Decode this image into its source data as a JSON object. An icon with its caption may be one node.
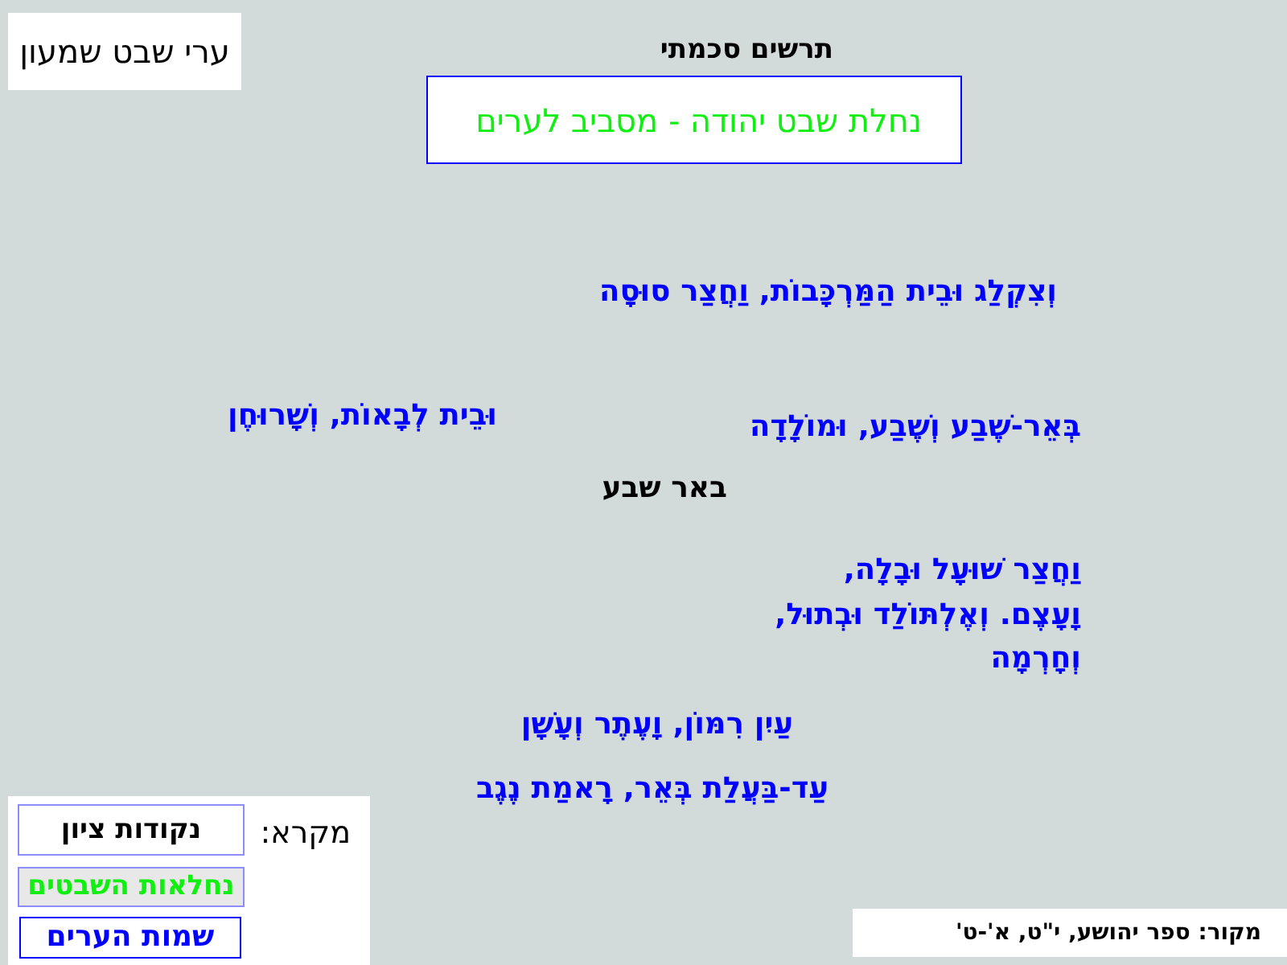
{
  "diagram": {
    "nodes": [
      {
        "text": [
          "ערי שבט שמעון"
        ]
      },
      {
        "text": [
          "נחלת שבט יהודה - מסביב לערים"
        ],
        "beside": [
          "תרשים סכמתי"
        ]
      },
      {
        "text": [
          "מקור: ספר יהושע, י\"ט, א'-ט'"
        ]
      }
    ],
    "labels": [
      "וְצִקְלַג וּבֵית הַמַּרְכָּבוֹת, וַחֲצַר סוּסָה",
      "בְּאֵר-שֶׁבַע וְשֶׁבַע, וּמוֹלָדָה",
      "וּבֵית לְבָאוֹת, וְשָׁרוּחֶן",
      "באר שבע",
      "וַחֲצַר שׁוּעָל וּבָלָה, וָעָצֶם. וְאֶלְתּוֹלַד וּבְתוּל, וְחָרְמָה",
      "עַיִן רִמּוֹן, וָעֶתֶר וְעָשָׁן",
      "עַד-בַּעֲלַת בְּאֵר, רָאמַת נֶגֶב",
      "מקרא:"
    ],
    "legend": [
      {
        "text": "נקודות ציון",
        "color": "#000000"
      },
      {
        "text": "נחלאות השבטים",
        "color": "#11ee11"
      },
      {
        "text": "שמות הערים",
        "color": "#0000ff"
      }
    ]
  }
}
